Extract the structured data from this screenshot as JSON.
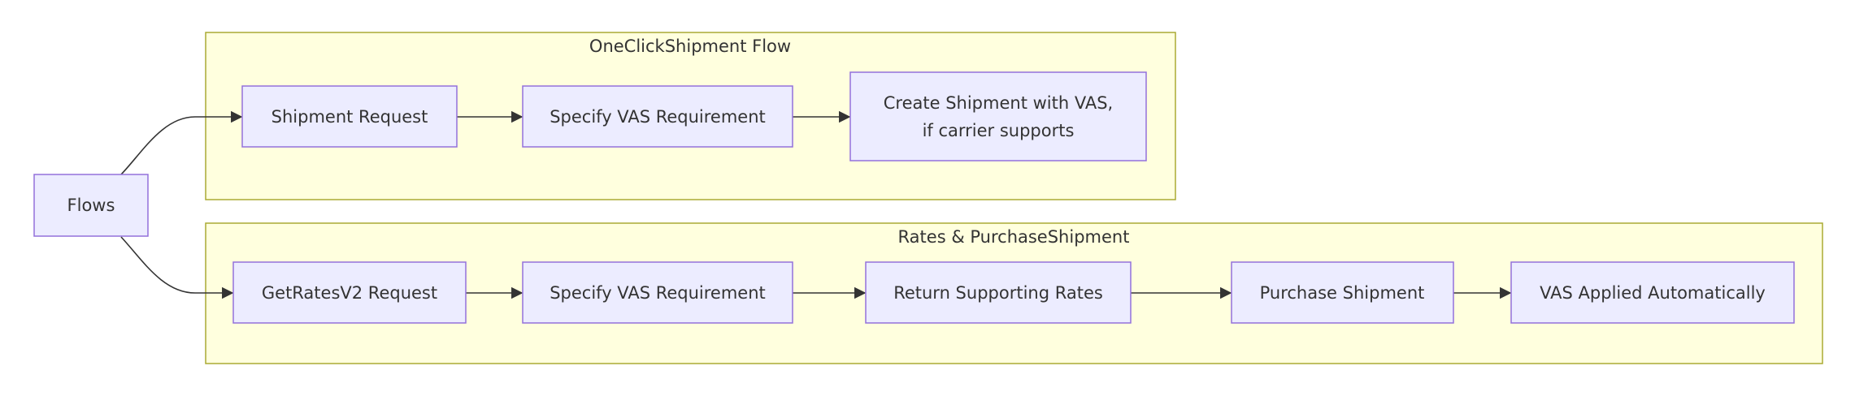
{
  "clusters": {
    "oneclick": {
      "title": "OneClickShipment Flow"
    },
    "rates": {
      "title": "Rates & PurchaseShipment"
    }
  },
  "nodes": {
    "flows": {
      "label": "Flows"
    },
    "shipment_request": {
      "label": "Shipment Request"
    },
    "specify_vas_1": {
      "label": "Specify VAS Requirement"
    },
    "create_shipment": {
      "line1": "Create Shipment with VAS,",
      "line2": "if carrier supports"
    },
    "getrates_request": {
      "label": "GetRatesV2 Request"
    },
    "specify_vas_2": {
      "label": "Specify VAS Requirement"
    },
    "return_rates": {
      "label": "Return Supporting Rates"
    },
    "purchase_shipment": {
      "label": "Purchase Shipment"
    },
    "vas_applied": {
      "label": "VAS Applied Automatically"
    }
  },
  "colors": {
    "node_fill": "#ececff",
    "node_stroke": "#9370db",
    "cluster_fill": "#ffffde",
    "cluster_stroke": "#aaaa33",
    "edge": "#333333",
    "text": "#333333"
  }
}
